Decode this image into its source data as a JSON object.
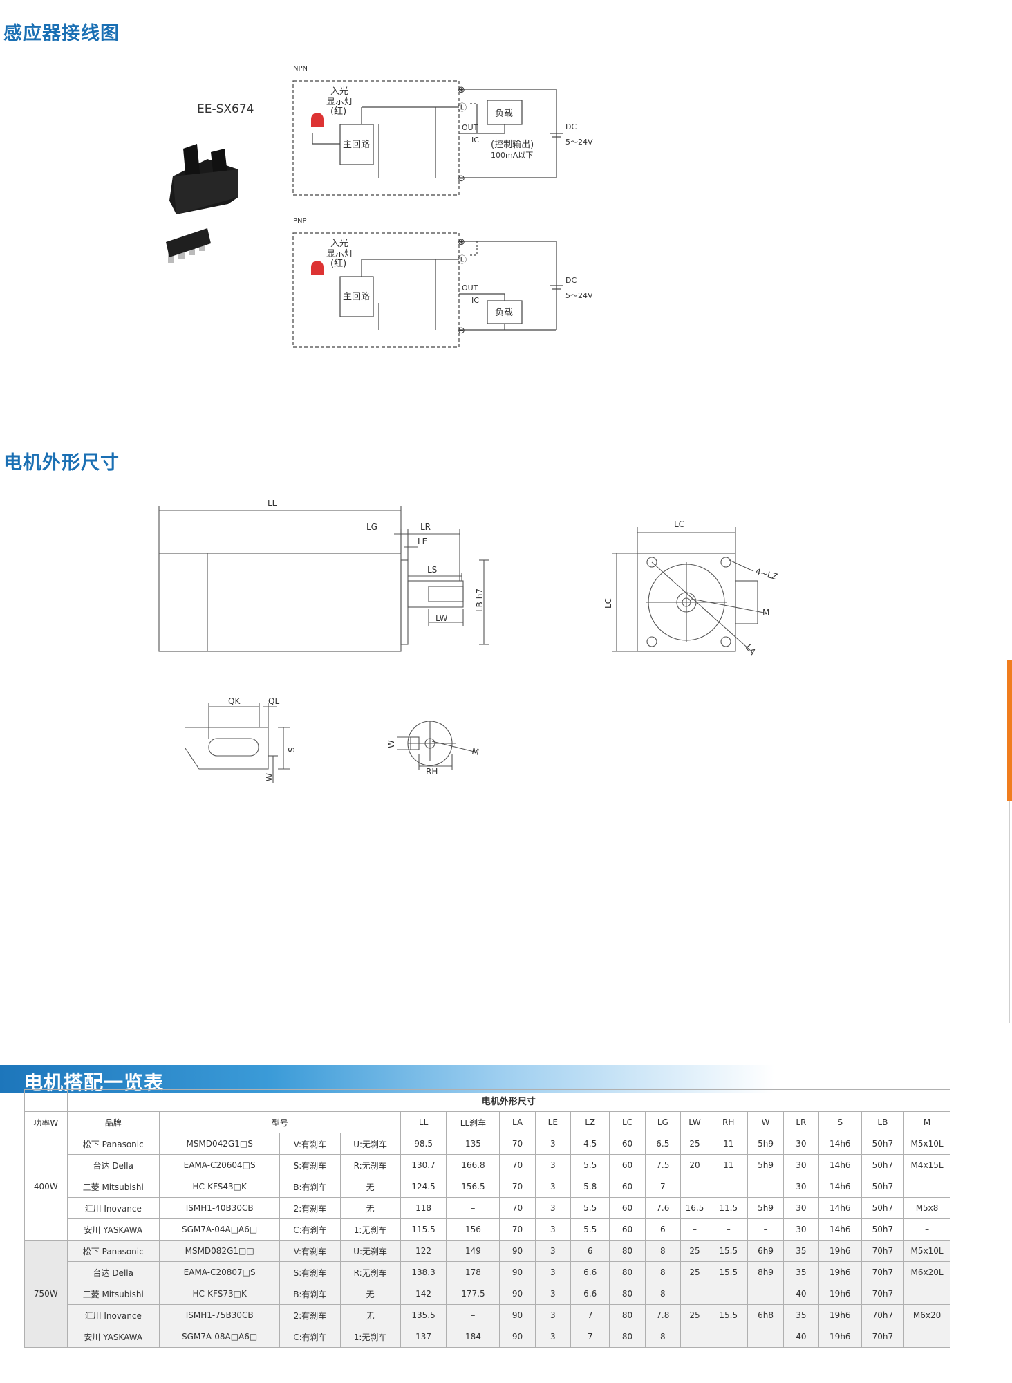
{
  "headings": {
    "sensor_wiring": "感应器接线图",
    "motor_dims": "电机外形尺寸",
    "motor_table": "电机搭配一览表"
  },
  "sensor": {
    "model": "EE-SX674",
    "npn": {
      "label": "NPN",
      "indicator": [
        "入光",
        "显示灯",
        "(红)"
      ],
      "main_circuit": "主回路",
      "load": "负载",
      "out": "OUT",
      "ic": "IC",
      "control_output": "(控制输出)",
      "max_current": "100mA以下",
      "dc": "DC",
      "voltage": "5～24V",
      "terminals": [
        "⊕",
        "Ⓛ",
        "⊖"
      ]
    },
    "pnp": {
      "label": "PNP",
      "indicator": [
        "入光",
        "显示灯",
        "(红)"
      ],
      "main_circuit": "主回路",
      "load": "负载",
      "out": "OUT",
      "ic": "IC",
      "dc": "DC",
      "voltage": "5～24V",
      "terminals": [
        "⊕",
        "Ⓛ",
        "⊖"
      ]
    }
  },
  "dimension_labels": {
    "LL": "LL",
    "LG": "LG",
    "LR": "LR",
    "LE": "LE",
    "LS": "LS",
    "LB": "LB h7",
    "LW": "LW",
    "LC": "LC",
    "LC_side": "LC",
    "LZ": "4~LZ",
    "M": "M",
    "LA": "LA",
    "QK": "QK",
    "QL": "QL",
    "S": "S",
    "W": "W",
    "W2": "W",
    "M2": "M",
    "RH": "RH"
  },
  "table": {
    "title": "电机外形尺寸",
    "headers": [
      "功率W",
      "品牌",
      "型号",
      "LL",
      "LL刹车",
      "LA",
      "LE",
      "LZ",
      "LC",
      "LG",
      "LW",
      "RH",
      "W",
      "LR",
      "S",
      "LB",
      "M"
    ],
    "groups": [
      {
        "power": "400W",
        "rows": [
          [
            "松下 Panasonic",
            "MSMD042G1□S",
            "V:有刹车",
            "U:无刹车",
            "98.5",
            "135",
            "70",
            "3",
            "4.5",
            "60",
            "6.5",
            "25",
            "11",
            "5h9",
            "30",
            "14h6",
            "50h7",
            "M5x10L"
          ],
          [
            "台达 Della",
            "EAMA-C20604□S",
            "S:有刹车",
            "R:无刹车",
            "130.7",
            "166.8",
            "70",
            "3",
            "5.5",
            "60",
            "7.5",
            "20",
            "11",
            "5h9",
            "30",
            "14h6",
            "50h7",
            "M4x15L"
          ],
          [
            "三菱 Mitsubishi",
            "HC-KFS43□K",
            "B:有刹车",
            "无",
            "124.5",
            "156.5",
            "70",
            "3",
            "5.8",
            "60",
            "7",
            "–",
            "–",
            "–",
            "30",
            "14h6",
            "50h7",
            "–"
          ],
          [
            "汇川 Inovance",
            "ISMH1-40B30CB",
            "2:有刹车",
            "无",
            "118",
            "–",
            "70",
            "3",
            "5.5",
            "60",
            "7.6",
            "16.5",
            "11.5",
            "5h9",
            "30",
            "14h6",
            "50h7",
            "M5x8"
          ],
          [
            "安川 YASKAWA",
            "SGM7A-04A□A6□",
            "C:有刹车",
            "1:无刹车",
            "115.5",
            "156",
            "70",
            "3",
            "5.5",
            "60",
            "6",
            "–",
            "–",
            "–",
            "30",
            "14h6",
            "50h7",
            "–"
          ]
        ]
      },
      {
        "power": "750W",
        "rows": [
          [
            "松下 Panasonic",
            "MSMD082G1□□",
            "V:有刹车",
            "U:无刹车",
            "122",
            "149",
            "90",
            "3",
            "6",
            "80",
            "8",
            "25",
            "15.5",
            "6h9",
            "35",
            "19h6",
            "70h7",
            "M5x10L"
          ],
          [
            "台达 Della",
            "EAMA-C20807□S",
            "S:有刹车",
            "R:无刹车",
            "138.3",
            "178",
            "90",
            "3",
            "6.6",
            "80",
            "8",
            "25",
            "15.5",
            "8h9",
            "35",
            "19h6",
            "70h7",
            "M6x20L"
          ],
          [
            "三菱 Mitsubishi",
            "HC-KFS73□K",
            "B:有刹车",
            "无",
            "142",
            "177.5",
            "90",
            "3",
            "6.6",
            "80",
            "8",
            "–",
            "–",
            "–",
            "40",
            "19h6",
            "70h7",
            "–"
          ],
          [
            "汇川 Inovance",
            "ISMH1-75B30CB",
            "2:有刹车",
            "无",
            "135.5",
            "–",
            "90",
            "3",
            "7",
            "80",
            "7.8",
            "25",
            "15.5",
            "6h8",
            "35",
            "19h6",
            "70h7",
            "M6x20"
          ],
          [
            "安川 YASKAWA",
            "SGM7A-08A□A6□",
            "C:有刹车",
            "1:无刹车",
            "137",
            "184",
            "90",
            "3",
            "7",
            "80",
            "8",
            "–",
            "–",
            "–",
            "40",
            "19h6",
            "70h7",
            "–"
          ]
        ]
      }
    ]
  }
}
